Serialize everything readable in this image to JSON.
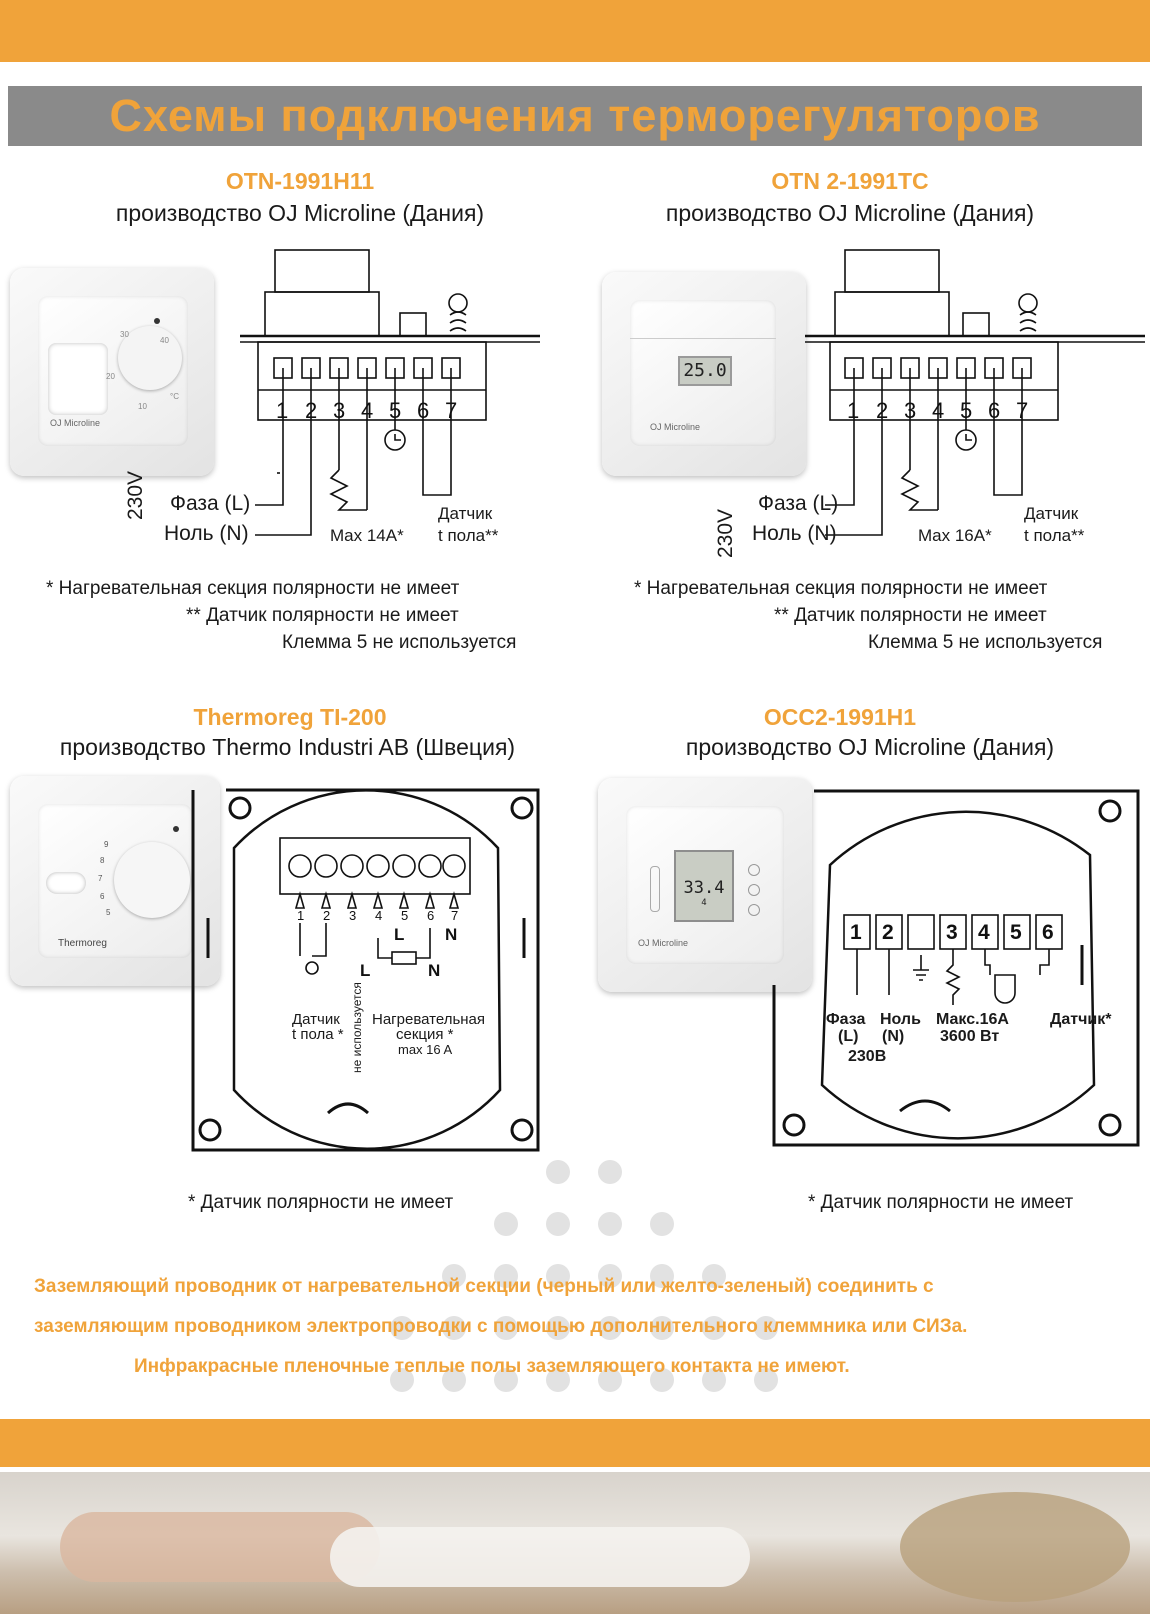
{
  "header": {
    "title": "Схемы подключения терморегуляторов"
  },
  "colors": {
    "accent": "#f0a33a",
    "title_bar": "#8a8a8a"
  },
  "sections": [
    {
      "model": "OTN-1991H11",
      "maker": "производство OJ Microline (Дания)",
      "device_brand": "OJ Microline",
      "dial_marks": [
        "30",
        "40",
        "20",
        "10",
        "°C"
      ],
      "terminals": [
        "1",
        "2",
        "3",
        "4",
        "5",
        "6",
        "7"
      ],
      "voltage": "230V",
      "phase": "Фаза (L)",
      "neutral": "Ноль (N)",
      "max_current": "Max 14A*",
      "sensor_line1": "Датчик",
      "sensor_line2": "t пола**",
      "notes": [
        "* Нагревательная секция полярности не имеет",
        "** Датчик полярности не имеет",
        "Клемма 5 не используется"
      ]
    },
    {
      "model": "OTN 2-1991TC",
      "maker": "производство OJ Microline (Дания)",
      "device_brand": "OJ Microline",
      "display": "25.0",
      "terminals": [
        "1",
        "2",
        "3",
        "4",
        "5",
        "6",
        "7"
      ],
      "voltage": "230V",
      "phase": "Фаза (L)",
      "neutral": "Ноль (N)",
      "max_current": "Max 16A*",
      "sensor_line1": "Датчик",
      "sensor_line2": "t пола**",
      "notes": [
        "* Нагревательная секция полярности не имеет",
        "** Датчик полярности не имеет",
        "Клемма 5 не используется"
      ]
    },
    {
      "model": "Thermoreg TI-200",
      "maker": "производство Thermo Industri AB (Швеция)",
      "device_brand": "Thermoreg",
      "dial_marks": [
        "9",
        "8",
        "7",
        "6",
        "5"
      ],
      "terminal_numbers": [
        "1",
        "2",
        "3",
        "4",
        "5",
        "6",
        "7"
      ],
      "terminal_letters": [
        "L",
        "N"
      ],
      "bottom_letters": [
        "L",
        "N"
      ],
      "sensor_line1": "Датчик",
      "sensor_line2": "t пола *",
      "unused": "не используется",
      "heating_line1": "Нагревательная",
      "heating_line2": "секция *",
      "heating_line3": "max 16 A",
      "note": "* Датчик полярности не имеет"
    },
    {
      "model": "OCC2-1991H1",
      "maker": "производство OJ Microline (Дания)",
      "device_brand": "OJ Microline",
      "display": "33.4",
      "display_sub": "4",
      "terminals": [
        "1",
        "2",
        "",
        "3",
        "4",
        "5",
        "6"
      ],
      "phase_line1": "Фаза",
      "phase_line2": "(L)",
      "neutral_line1": "Ноль",
      "neutral_line2": "(N)",
      "voltage": "230В",
      "max_line1": "Макс.16А",
      "max_line2": "3600 Вт",
      "sensor": "Датчик*",
      "note": "* Датчик полярности не имеет"
    }
  ],
  "footer_notes": [
    "Заземляющий проводник от нагревательной секции (черный или желто-зеленый) соединить с",
    "заземляющим проводником электропроводки с помощью дополнительного клеммника или СИЗа.",
    "Инфракрасные  пленочные теплые полы заземляющего контакта не имеют."
  ]
}
